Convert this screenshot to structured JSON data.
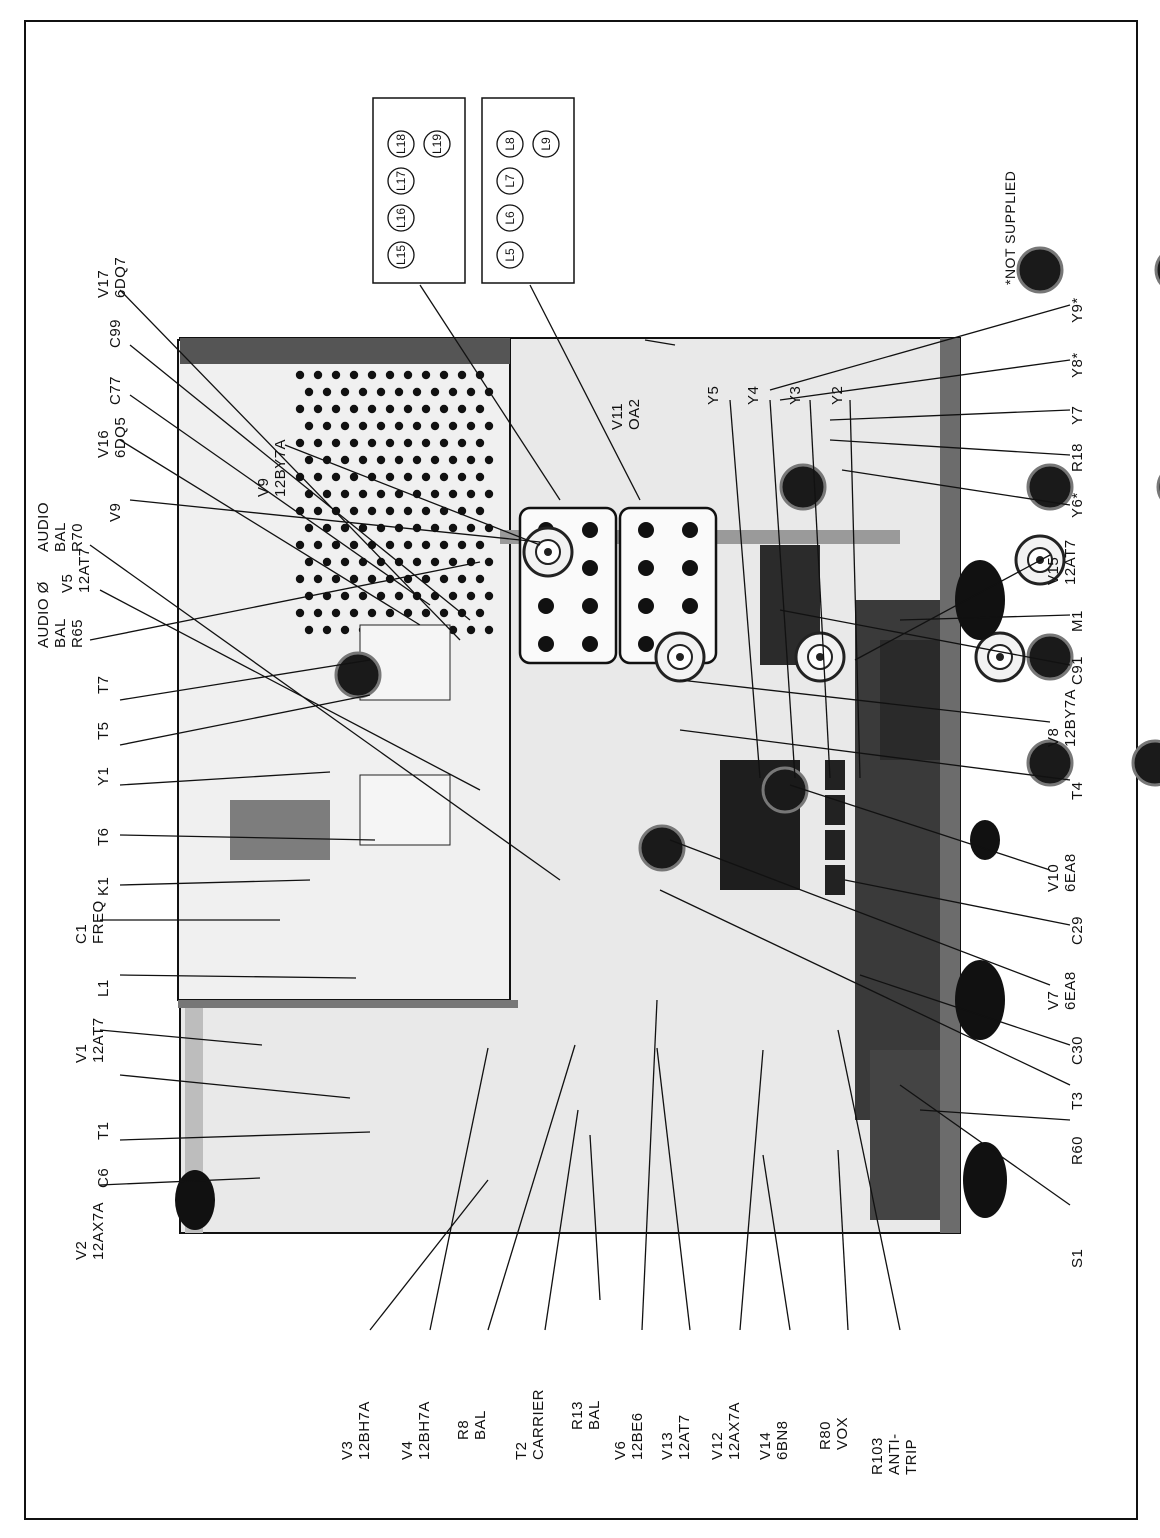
{
  "note": "*NOT SUPPLIED",
  "top_labels": [
    {
      "key": "v2",
      "lines": [
        "V2",
        "12AX7A"
      ]
    },
    {
      "key": "c6",
      "lines": [
        "C6"
      ]
    },
    {
      "key": "t1",
      "lines": [
        "T1"
      ]
    },
    {
      "key": "v1",
      "lines": [
        "V1",
        "12AT7"
      ]
    },
    {
      "key": "l1",
      "lines": [
        "L1"
      ]
    },
    {
      "key": "c1",
      "lines": [
        "C1",
        "FREQ"
      ]
    },
    {
      "key": "k1",
      "lines": [
        "K1"
      ]
    },
    {
      "key": "t6",
      "lines": [
        "T6"
      ]
    },
    {
      "key": "y1",
      "lines": [
        "Y1"
      ]
    },
    {
      "key": "t5",
      "lines": [
        "T5"
      ]
    },
    {
      "key": "t7",
      "lines": [
        "T7"
      ]
    },
    {
      "key": "r65",
      "lines": [
        "AUDIO Ø",
        "BAL",
        "R65"
      ]
    },
    {
      "key": "v5",
      "lines": [
        "V5",
        "12AT7"
      ]
    },
    {
      "key": "r70",
      "lines": [
        "AUDIO",
        "BAL",
        "R70"
      ]
    },
    {
      "key": "v9b",
      "lines": [
        "V9"
      ]
    },
    {
      "key": "v16",
      "lines": [
        "V16",
        "6DQ5"
      ]
    },
    {
      "key": "c77",
      "lines": [
        "C77"
      ]
    },
    {
      "key": "c99",
      "lines": [
        "C99"
      ]
    },
    {
      "key": "v17",
      "lines": [
        "V17",
        "6DQ7"
      ]
    },
    {
      "key": "v9",
      "lines": [
        "V9",
        "12BY7A"
      ]
    },
    {
      "key": "v11",
      "lines": [
        "V11",
        "OA2"
      ]
    },
    {
      "key": "y5",
      "lines": [
        "Y5"
      ]
    },
    {
      "key": "y4",
      "lines": [
        "Y4"
      ]
    },
    {
      "key": "y3",
      "lines": [
        "Y3"
      ]
    },
    {
      "key": "y2",
      "lines": [
        "Y2"
      ]
    }
  ],
  "bottom_labels": [
    {
      "key": "v3",
      "lines": [
        "V3",
        "12BH7A"
      ]
    },
    {
      "key": "v4",
      "lines": [
        "V4",
        "12BH7A"
      ]
    },
    {
      "key": "r8",
      "lines": [
        "R8",
        "BAL"
      ]
    },
    {
      "key": "t2",
      "lines": [
        "T2",
        "CARRIER"
      ]
    },
    {
      "key": "r13",
      "lines": [
        "R13",
        "BAL"
      ]
    },
    {
      "key": "v6",
      "lines": [
        "V6",
        "12BE6"
      ]
    },
    {
      "key": "v13",
      "lines": [
        "V13",
        "12AT7"
      ]
    },
    {
      "key": "v12",
      "lines": [
        "V12",
        "12AX7A"
      ]
    },
    {
      "key": "v14",
      "lines": [
        "V14",
        "6BN8"
      ]
    },
    {
      "key": "r80",
      "lines": [
        "R80",
        "VOX"
      ]
    },
    {
      "key": "r103",
      "lines": [
        "R103",
        "ANTI-",
        "TRIP"
      ]
    }
  ],
  "right_labels": [
    {
      "key": "s1",
      "lines": [
        "S1"
      ]
    },
    {
      "key": "r60",
      "lines": [
        "R60"
      ]
    },
    {
      "key": "t3",
      "lines": [
        "T3"
      ]
    },
    {
      "key": "c30",
      "lines": [
        "C30"
      ]
    },
    {
      "key": "v7",
      "lines": [
        "V7",
        "6EA8"
      ]
    },
    {
      "key": "c29",
      "lines": [
        "C29"
      ]
    },
    {
      "key": "v10",
      "lines": [
        "V10",
        "6EA8"
      ]
    },
    {
      "key": "t4",
      "lines": [
        "T4"
      ]
    },
    {
      "key": "v8",
      "lines": [
        "V8",
        "12BY7A"
      ]
    },
    {
      "key": "c91",
      "lines": [
        "C91"
      ]
    },
    {
      "key": "m1",
      "lines": [
        "M1"
      ]
    },
    {
      "key": "v15",
      "lines": [
        "V15",
        "12AT7"
      ]
    },
    {
      "key": "y6",
      "lines": [
        "Y6*"
      ]
    },
    {
      "key": "r18",
      "lines": [
        "R18"
      ]
    },
    {
      "key": "y7",
      "lines": [
        "Y7"
      ]
    },
    {
      "key": "y8",
      "lines": [
        "Y8*"
      ]
    },
    {
      "key": "y9",
      "lines": [
        "Y9*"
      ]
    }
  ],
  "coil_box_a": [
    "L15",
    "L16",
    "L17",
    "L18",
    "L19"
  ],
  "coil_box_b": [
    "L5",
    "L6",
    "L7",
    "L8",
    "L9"
  ]
}
